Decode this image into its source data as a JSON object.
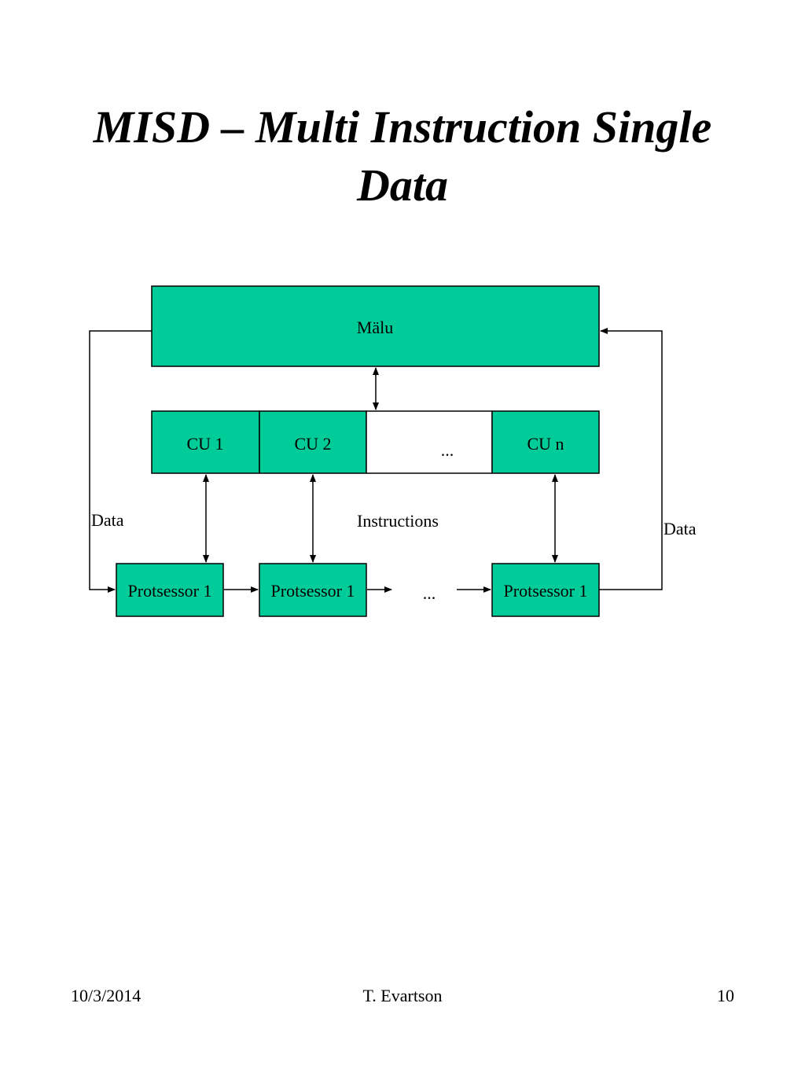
{
  "title": {
    "line1": "MISD – Multi Instruction Single",
    "line2": "Data"
  },
  "diagram": {
    "memory": "Mälu",
    "cu": [
      "CU 1",
      "CU 2",
      "...",
      "CU n"
    ],
    "processors": [
      "Protsessor 1",
      "Protsessor 1",
      "...",
      "Protsessor 1"
    ],
    "label_data_left": "Data",
    "label_instructions": "Instructions",
    "label_data_right": "Data",
    "box_color": "#00cc99"
  },
  "footer": {
    "date": "10/3/2014",
    "author": "T. Evartson",
    "page": "10"
  }
}
